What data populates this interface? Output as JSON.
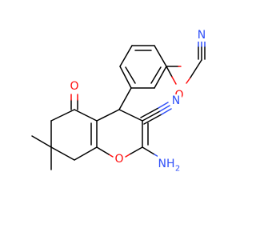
{
  "molecule": {
    "atoms": {
      "ketone_oxygen": {
        "label": "O",
        "color": "#ff0d0d"
      },
      "ring_oxygen": {
        "label": "O",
        "color": "#ff0d0d"
      },
      "ether_oxygen": {
        "label": "O",
        "color": "#ff0d0d"
      },
      "amino": {
        "label": "NH",
        "sub": "2",
        "color": "#3050f8"
      },
      "ring_nitrile_n": {
        "label": "N",
        "color": "#3050f8"
      },
      "side_nitrile_n": {
        "label": "N",
        "color": "#3050f8"
      }
    }
  }
}
